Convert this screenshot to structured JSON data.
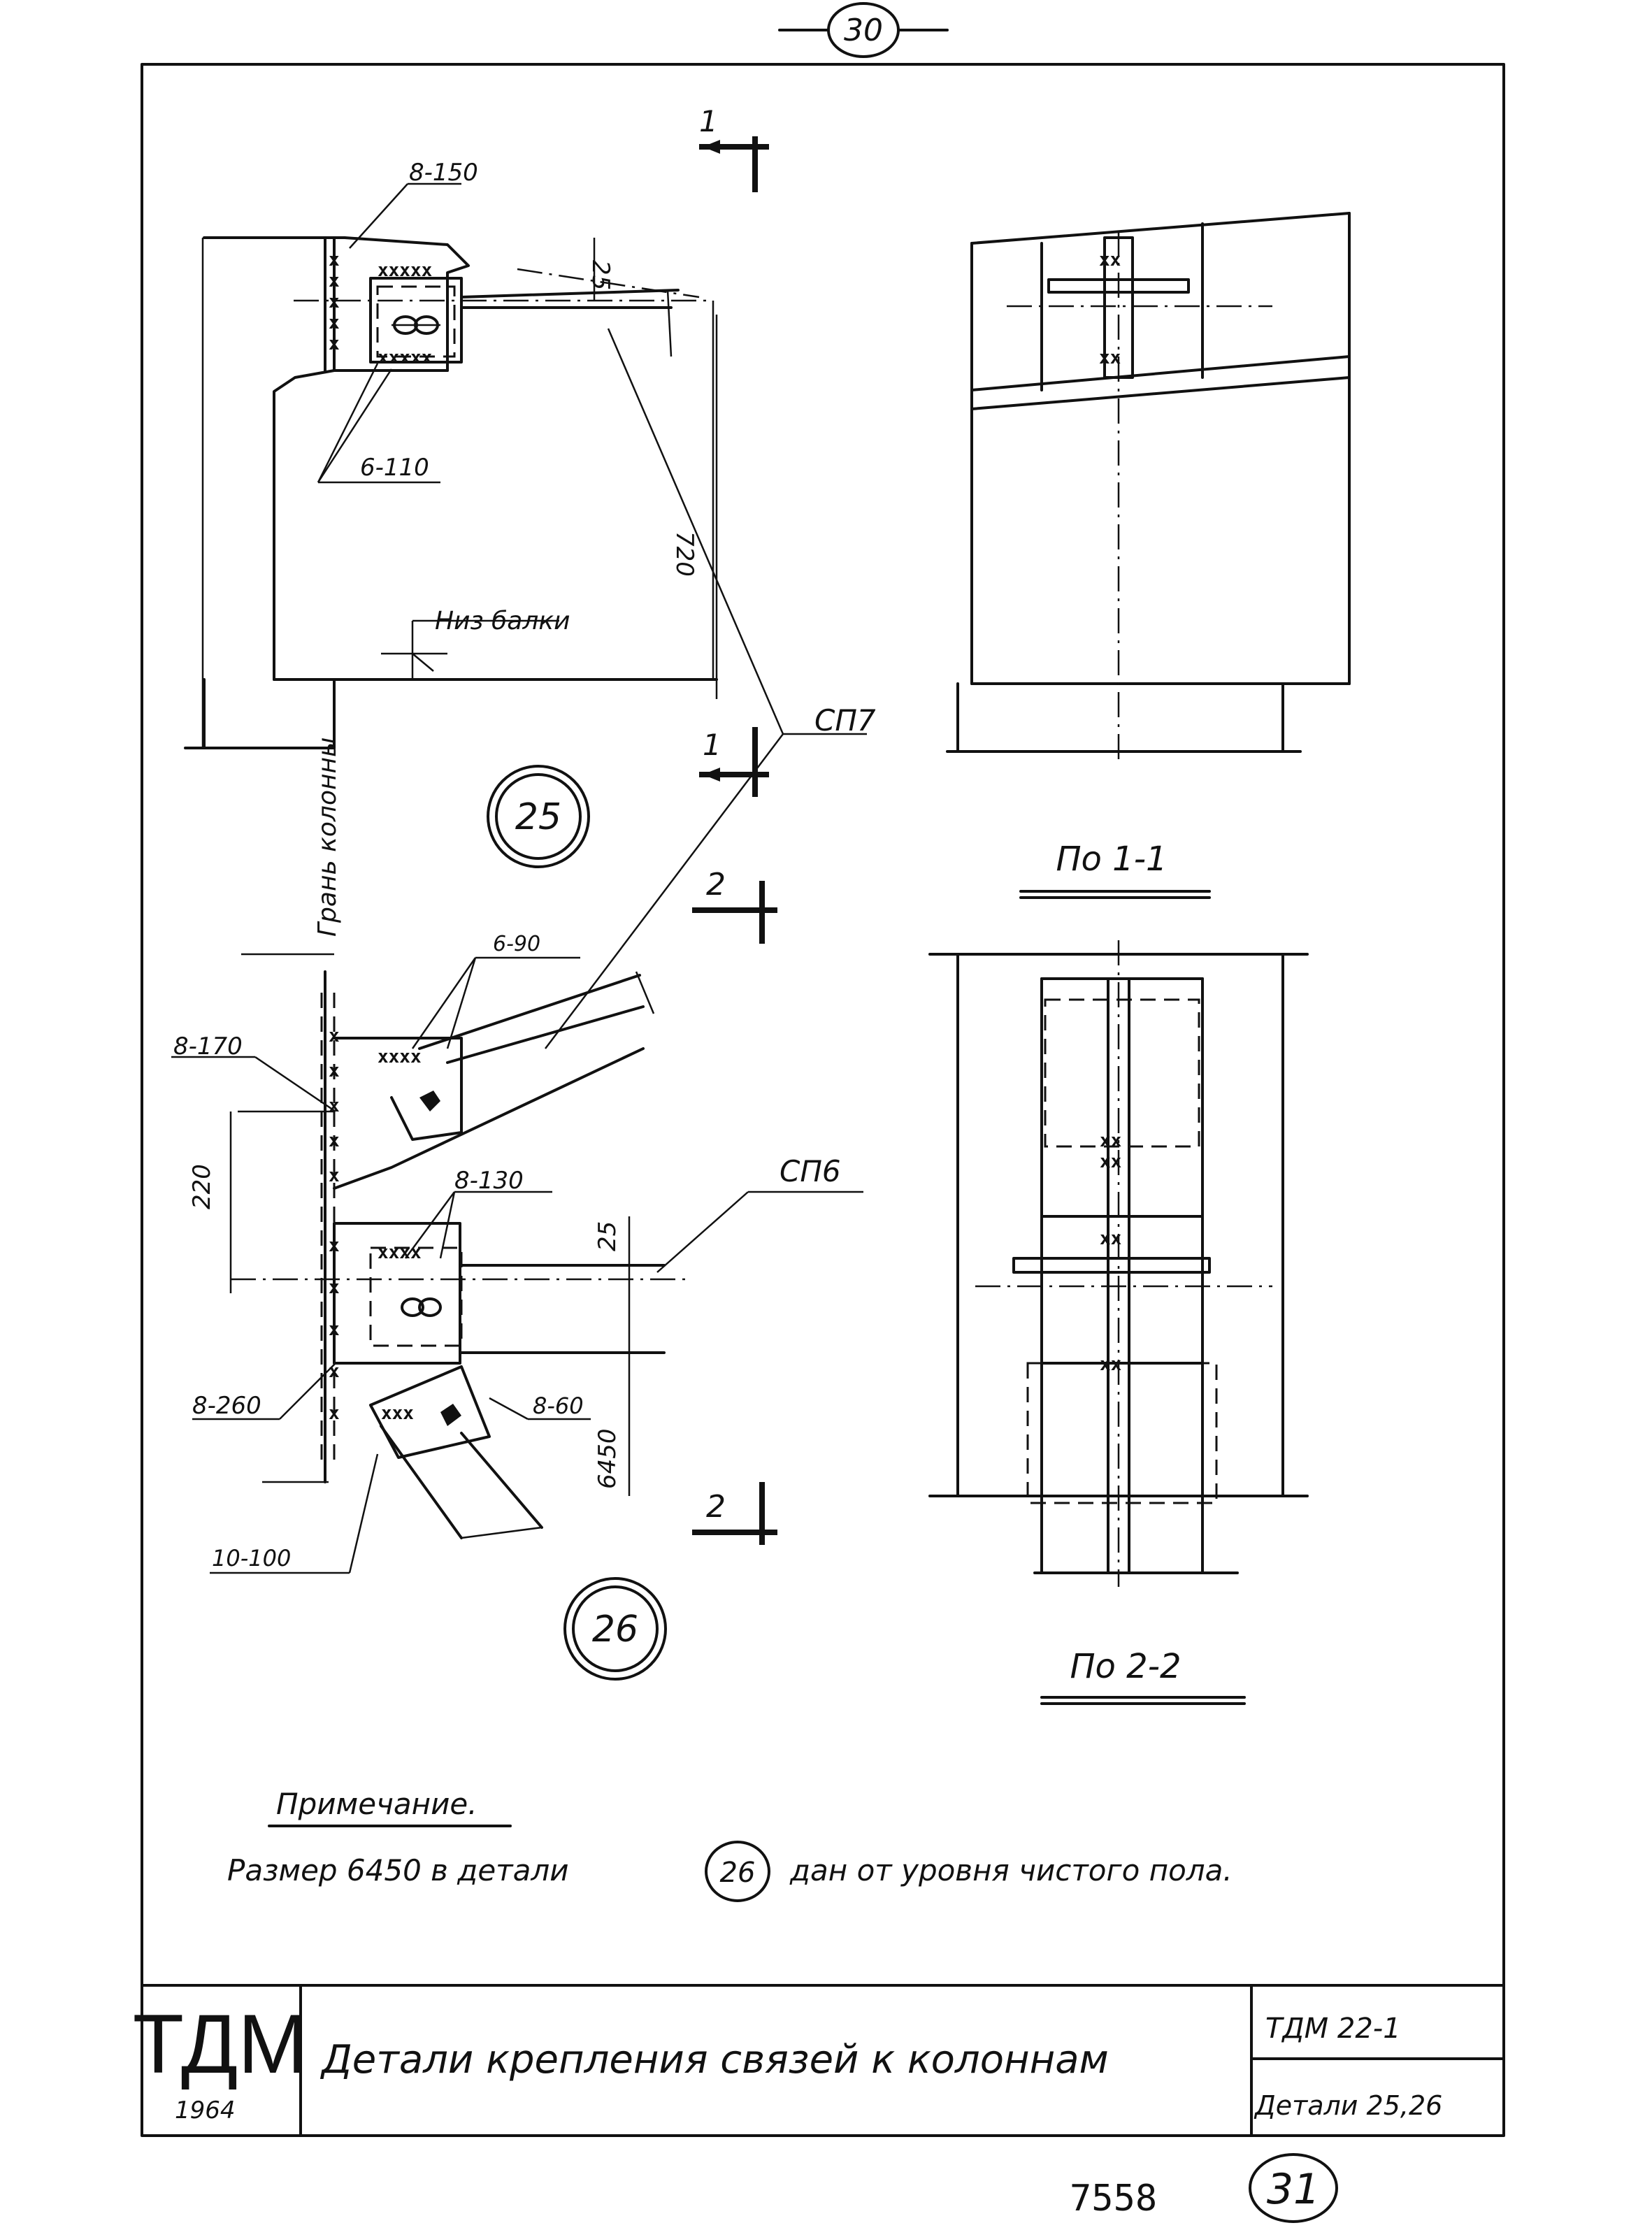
{
  "page_number_top": "30",
  "detail25": {
    "number": "25",
    "labels": {
      "weld_top": "8-150",
      "weld_bottom": "6-110",
      "gap": "25",
      "height": "720",
      "beam_bottom": "Низ балки",
      "brace": "СП7"
    }
  },
  "detail26": {
    "number": "26",
    "column_face": "Грань колонны",
    "labels": {
      "w6_90": "6-90",
      "w8_170": "8-170",
      "dim220": "220",
      "w8_130": "8-130",
      "dim25": "25",
      "brace": "СП6",
      "w8_260": "8-260",
      "w8_60": "8-60",
      "elev": "6450",
      "w10_100": "10-100"
    }
  },
  "sections": {
    "s1_mark": "1",
    "s2_mark": "2",
    "view1_title": "По 1-1",
    "view2_title": "По 2-2"
  },
  "note": {
    "heading": "Примечание.",
    "text_before": "Размер 6450 в детали",
    "ref": "26",
    "text_after": "дан от уровня чистого пола."
  },
  "title_block": {
    "logo": "ТДМ",
    "year": "1964",
    "title": "Детали крепления связей к колоннам",
    "code": "ТДМ 22-1",
    "details": "Детали 25,26"
  },
  "footer": {
    "inventory": "7558",
    "sheet": "31"
  }
}
